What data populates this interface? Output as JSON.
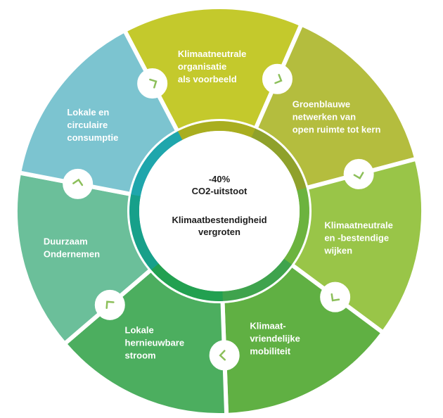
{
  "center": {
    "line1": "-40%",
    "line2": "CO2-uitstoot",
    "line3": "Klimaatbestendigheid",
    "line4": "vergroten"
  },
  "segments": [
    {
      "id": "klimaatneutrale-organisatie",
      "lines": [
        "Klimaatneutrale",
        "organisatie",
        "als voorbeeld"
      ],
      "color": "#c4c92c",
      "ring": "#a9ae1f",
      "icon": "chevron-icon"
    },
    {
      "id": "groenblauwe-netwerken",
      "lines": [
        "Groenblauwe",
        "netwerken van",
        "open ruimte tot kern"
      ],
      "color": "#b4bd3e",
      "ring": "#8fa12b",
      "icon": "chevron-icon"
    },
    {
      "id": "klimaatneutrale-wijken",
      "lines": [
        "Klimaatneutrale",
        "en -bestendige",
        "wijken"
      ],
      "color": "#99c548",
      "ring": "#6cb33e",
      "icon": "chevron-icon"
    },
    {
      "id": "klimaatvriendelijke-mobiliteit",
      "lines": [
        "Klimaat-",
        "vriendelijke",
        "mobiliteit"
      ],
      "color": "#60b043",
      "ring": "#3fa34d",
      "icon": "chevron-icon"
    },
    {
      "id": "lokale-hernieuwbare-stroom",
      "lines": [
        "Lokale",
        "hernieuwbare",
        "stroom"
      ],
      "color": "#4cae5f",
      "ring": "#22a050",
      "icon": "chevron-icon"
    },
    {
      "id": "duurzaam-ondernemen",
      "lines": [
        "Duurzaam",
        "Ondernemen"
      ],
      "color": "#6bbf9a",
      "ring": "#17a08a",
      "icon": "chevron-icon"
    },
    {
      "id": "lokale-circulaire-consumptie",
      "lines": [
        "Lokale en",
        "circulaire",
        "consumptie"
      ],
      "color": "#7cc4d0",
      "ring": "#1fa6ac",
      "icon": "chevron-icon"
    }
  ],
  "colors": {
    "chevron": "#8cbf5a",
    "center_fill": "#ffffff",
    "center_text": "#1e1e1e"
  }
}
